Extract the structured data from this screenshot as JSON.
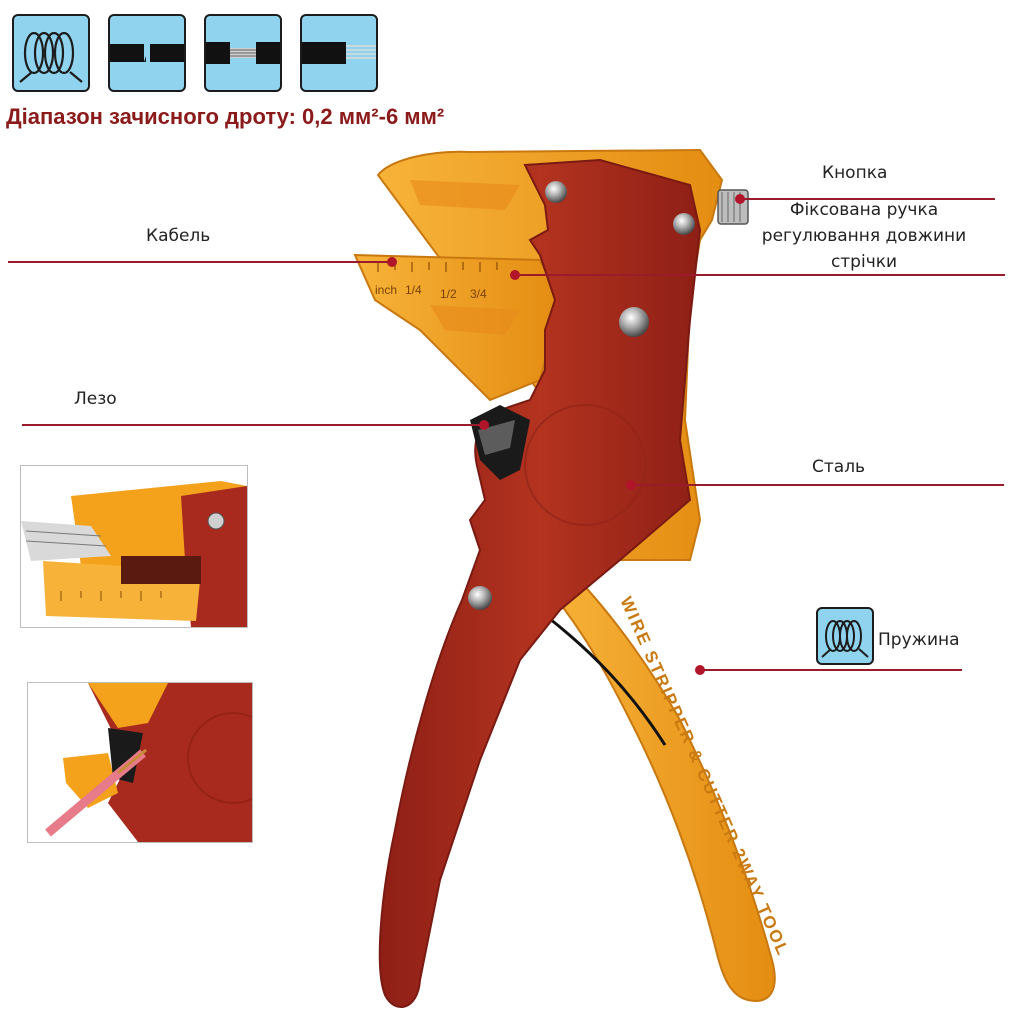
{
  "top_icons": [
    {
      "name": "spring-coil-icon"
    },
    {
      "name": "wire-cut-icon"
    },
    {
      "name": "wire-strip-middle-icon"
    },
    {
      "name": "wire-strip-end-icon"
    }
  ],
  "headline": "Діапазон зачисного дроту: 0,2 мм²-6 мм²",
  "callouts": {
    "button": "Кнопка",
    "knob_line1": "Фіксована ручка",
    "knob_line2": "регулювання довжини",
    "knob_line3": "стрічки",
    "cable": "Кабель",
    "blade": "Лезо",
    "steel": "Сталь",
    "spring": "Пружина"
  },
  "tool_print": {
    "handle_text": "WIRE STRIPPER & CUTTER 2WAY TOOL",
    "ruler_inch": "inch",
    "ruler_quarter": "1/4",
    "ruler_half": "1/2",
    "ruler_three_quarter": "3/4"
  },
  "colors": {
    "accent_red": "#8b1a1a",
    "tool_red": "#a82a1e",
    "tool_orange": "#f4a21c",
    "icon_blue": "#8fd3ee",
    "line_red": "#9a1b2b"
  }
}
